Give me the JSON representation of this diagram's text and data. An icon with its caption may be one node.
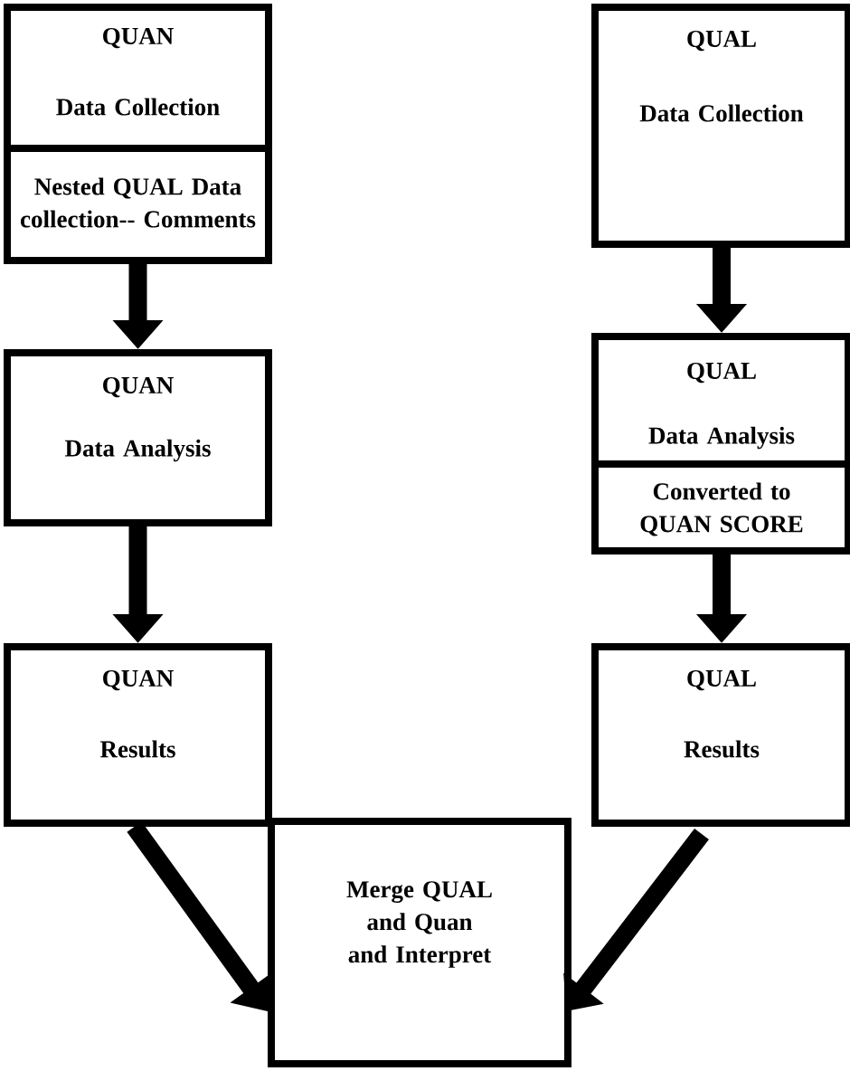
{
  "diagram": {
    "nodes": [
      {
        "text": [
          "QUAN",
          "Data Collection"
        ]
      },
      {
        "text": [
          "Nested QUAL Data collection-- Comments"
        ]
      },
      {
        "text": [
          "QUAL",
          "Data Collection"
        ]
      },
      {
        "text": [
          "QUAN",
          "Data Analysis"
        ]
      },
      {
        "text": [
          "QUAL",
          "Data Analysis"
        ]
      },
      {
        "text": [
          "Converted to QUAN SCORE"
        ]
      },
      {
        "text": [
          "QUAN",
          "Results"
        ]
      },
      {
        "text": [
          "QUAL",
          "Results"
        ]
      },
      {
        "text": [
          "Merge QUAL and Quan and Interpret"
        ]
      }
    ],
    "edges": [
      {
        "from": 1,
        "to": 3,
        "arrow": "to"
      },
      {
        "from": 2,
        "to": 4,
        "arrow": "to"
      },
      {
        "from": 3,
        "to": 6,
        "arrow": "to"
      },
      {
        "from": 5,
        "to": 7,
        "arrow": "to"
      },
      {
        "from": 6,
        "to": 8,
        "arrow": "to"
      },
      {
        "from": 7,
        "to": 8,
        "arrow": "to"
      }
    ]
  }
}
